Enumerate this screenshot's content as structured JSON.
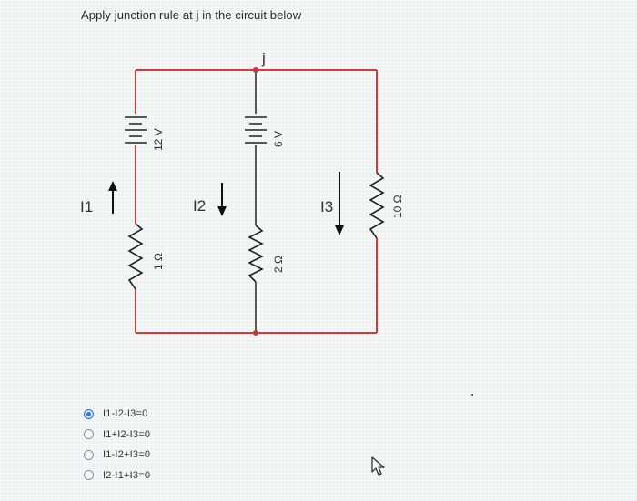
{
  "question": {
    "text": "Apply junction rule at j  in the circuit below"
  },
  "circuit": {
    "node_label": "j",
    "current_labels": [
      "I1",
      "I2",
      "I3"
    ],
    "left_battery_label": "12 V",
    "middle_battery_label": "6 V",
    "left_resistor_label": "1 Ω",
    "middle_resistor_label": "2 Ω",
    "right_resistor_label": "10 Ω",
    "wire_color": "#d23b3b"
  },
  "options": [
    {
      "label": "I1-I2-I3=0",
      "selected": true
    },
    {
      "label": "I1+I2-I3=0",
      "selected": false
    },
    {
      "label": "I1-I2+I3=0",
      "selected": false
    },
    {
      "label": "I2-I1+I3=0",
      "selected": false
    }
  ]
}
